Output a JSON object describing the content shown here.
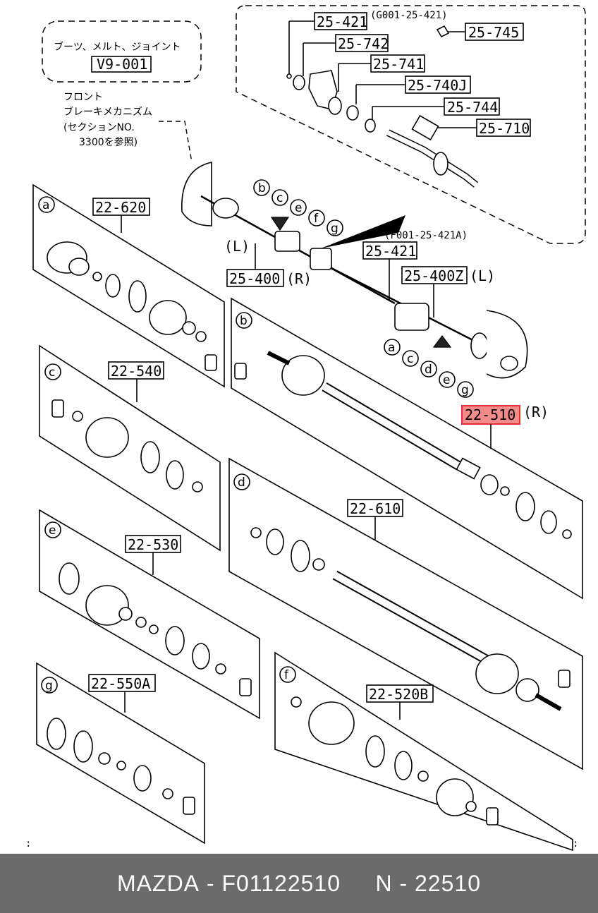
{
  "colors": {
    "highlight_fill": "#f38b8b",
    "highlight_stroke": "#e0303a",
    "footer_bg": "#6b6b6b"
  },
  "header_note": {
    "line1": "ブーツ、メルト、ジョイント",
    "code": "V9-001"
  },
  "front_brake_note": {
    "line1": "フロント",
    "line2": "ブレーキメカニズム",
    "line3": "(セクションNO.",
    "line4": "3300を参照)"
  },
  "inset": {
    "ref_a": "(G001-25-421)",
    "ref_b": "(F001-25-421A)"
  },
  "part_numbers": {
    "p25_421_top": "25-421",
    "p25_742": "25-742",
    "p25_745": "25-745",
    "p25_741": "25-741",
    "p25_740j": "25-740J",
    "p25_744": "25-744",
    "p25_710": "25-710",
    "p25_421_mid": "25-421",
    "p25_400": "25-400",
    "p25_400z": "25-400Z",
    "p22_620": "22-620",
    "p22_540": "22-540",
    "p22_510": "22-510",
    "p22_610": "22-610",
    "p22_530": "22-530",
    "p22_550a": "22-550A",
    "p22_520b": "22-520B"
  },
  "side_labels": {
    "left_l": "(L)",
    "right_r": "(R)",
    "z_l": "(L)",
    "r510": "(R)"
  },
  "section_letters": [
    "a",
    "b",
    "c",
    "d",
    "e",
    "f",
    "g"
  ],
  "footer": {
    "brand": "MAZDA",
    "sep1": " - ",
    "partno": "F01122510",
    "gap": "     ",
    "n": "N",
    "sep2": " - ",
    "ncode": "22510"
  }
}
